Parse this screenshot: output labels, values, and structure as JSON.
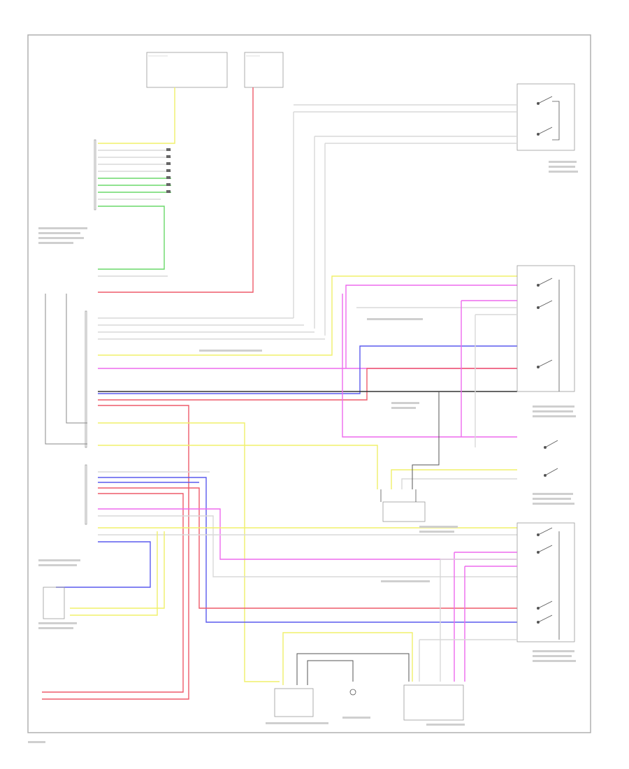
{
  "diagram": {
    "footer_code": "",
    "colors": {
      "yellow": "#f0f06a",
      "red": "#ee5a6a",
      "green": "#6ad86a",
      "magenta": "#ee6aee",
      "blue": "#5a5aee",
      "white": "#d8d8d8",
      "gray": "#888888",
      "black": "#333333",
      "frame": "#aaaaaa"
    },
    "blocks": [
      {
        "id": "fuse-box-1",
        "caption": "",
        "legible": false
      },
      {
        "id": "fuse-box-2",
        "caption": "",
        "legible": false
      },
      {
        "id": "tailgate-switch",
        "caption": "",
        "legible": false
      },
      {
        "id": "central-electronic-module",
        "caption": "",
        "legible": false
      },
      {
        "id": "left-front-door-switch",
        "caption": "",
        "legible": false
      },
      {
        "id": "left-rear-door-lock-motor",
        "caption": "",
        "legible": false
      },
      {
        "id": "right-rear-door-switch",
        "caption": "",
        "legible": false
      },
      {
        "id": "rear-electronic-module",
        "caption": "",
        "legible": false
      },
      {
        "id": "right-rear-door-lock-motor",
        "caption": "",
        "legible": false
      },
      {
        "id": "ground-point",
        "caption": "",
        "legible": false
      },
      {
        "id": "right-rear-door-lock-switch",
        "caption": "",
        "legible": false
      }
    ]
  }
}
